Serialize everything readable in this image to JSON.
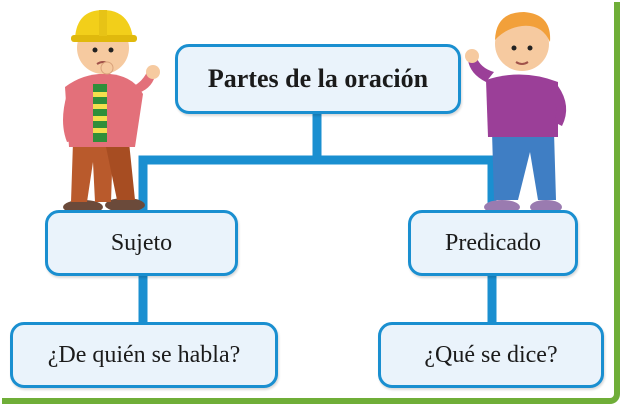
{
  "diagram": {
    "root": {
      "label": "Partes de la oración"
    },
    "branches": [
      {
        "label": "Sujeto",
        "child": {
          "label": "¿De quién se habla?"
        }
      },
      {
        "label": "Predicado",
        "child": {
          "label": "¿Qué se dice?"
        }
      }
    ]
  },
  "colors": {
    "connector": "#1a8fd0",
    "node_fill": "#eaf3fb",
    "node_border": "#1a8fd0",
    "frame_accent": "#6fae38"
  },
  "illustrations": {
    "left": "boy-with-hard-hat-thinking",
    "right": "boy-in-purple-shirt-waving"
  }
}
